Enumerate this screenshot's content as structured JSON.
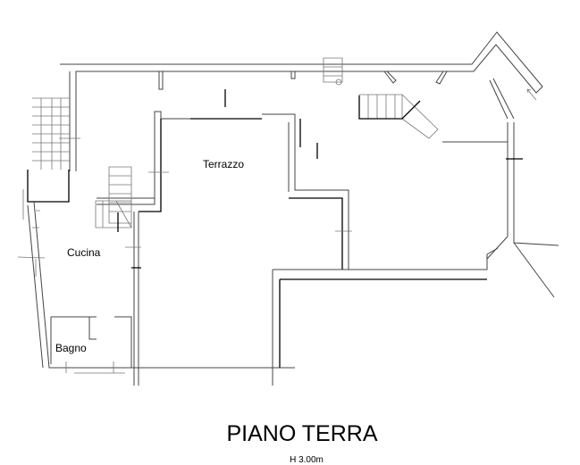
{
  "rooms": {
    "terrazzo": "Terrazzo",
    "cucina": "Cucina",
    "bagno": "Bagno"
  },
  "title": "PIANO TERRA",
  "height_label": "H 3.00m",
  "colors": {
    "wall": "#444444",
    "background": "#ffffff"
  }
}
